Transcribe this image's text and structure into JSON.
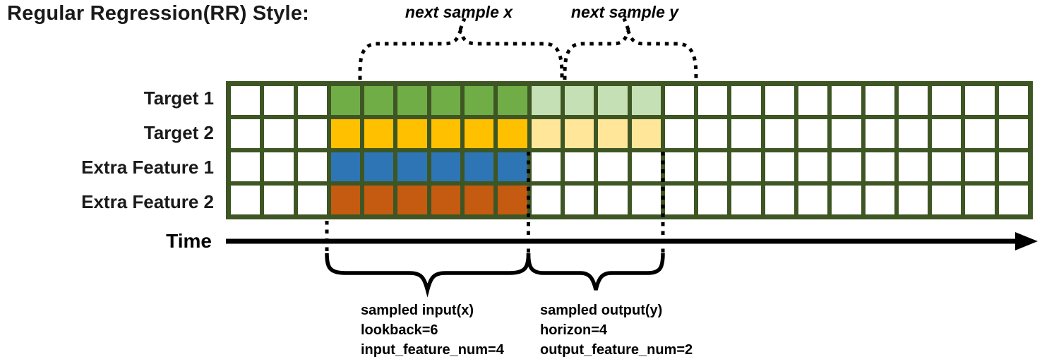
{
  "title": "Regular Regression(RR) Style:",
  "annotations": {
    "next_sample_x": "next sample x",
    "next_sample_y": "next sample y",
    "time_label": "Time",
    "sampled_input": {
      "line1": "sampled input(x)",
      "line2": "lookback=6",
      "line3": "input_feature_num=4"
    },
    "sampled_output": {
      "line1": "sampled output(y)",
      "line2": "horizon=4",
      "line3": "output_feature_num=2"
    }
  },
  "grid": {
    "total_columns": 24,
    "lead_empty_columns": 3,
    "lookback": 6,
    "horizon": 4,
    "border_color": "#3E5623",
    "empty_cell_color": "#FFFFFF",
    "rows": [
      {
        "label": "Target 1",
        "input_color": "#70AD47",
        "output_color": "#C5E0B4"
      },
      {
        "label": "Target 2",
        "input_color": "#FFC000",
        "output_color": "#FFE699"
      },
      {
        "label": "Extra Feature 1",
        "input_color": "#2E75B6",
        "output_color": null
      },
      {
        "label": "Extra Feature 2",
        "input_color": "#C55A11",
        "output_color": null
      }
    ]
  }
}
